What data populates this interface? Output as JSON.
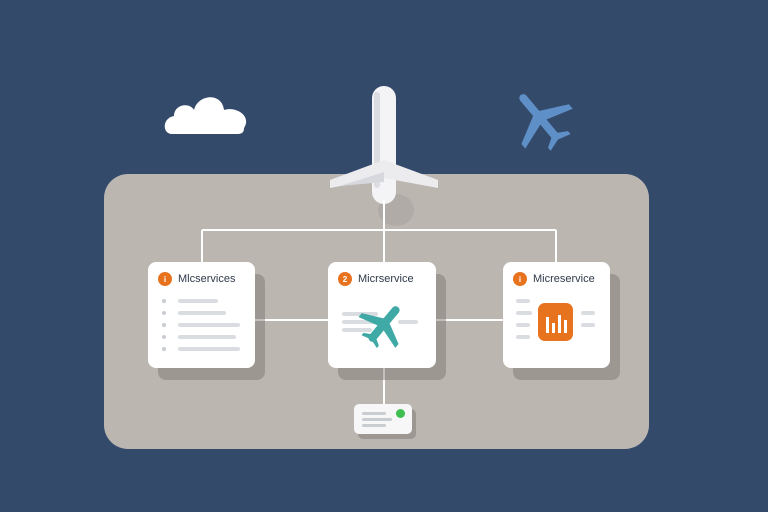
{
  "cards": [
    {
      "badge": "i",
      "title": "Mlcservices"
    },
    {
      "badge": "2",
      "title": "Micrservice"
    },
    {
      "badge": "i",
      "title": "Micreservice"
    }
  ],
  "colors": {
    "background": "#344a6b",
    "platform": "#bcb6b1",
    "accent": "#e8731f",
    "teal_plane": "#3fa9a6",
    "blue_plane": "#5e8fc7",
    "status_green": "#3fbf52"
  },
  "icons": [
    "cloud-icon",
    "airplane-icon",
    "airplane-icon",
    "airplane-icon",
    "bar-chart-icon",
    "server-icon",
    "status-dot-icon"
  ]
}
